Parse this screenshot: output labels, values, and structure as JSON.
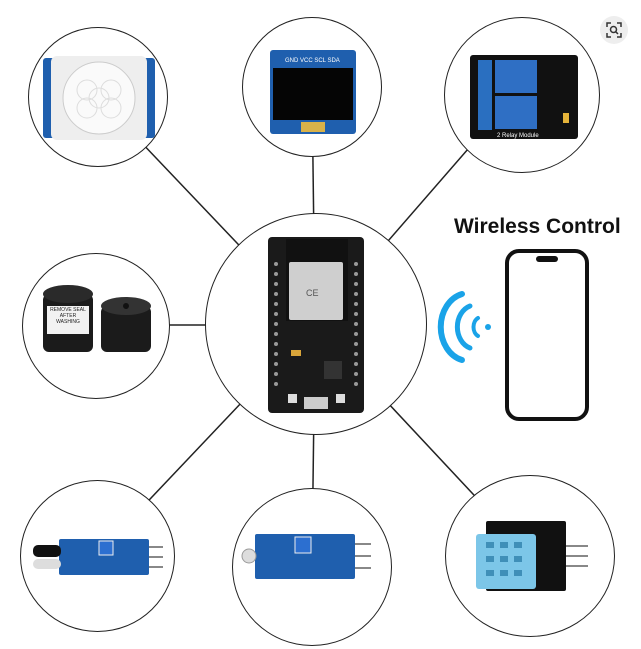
{
  "headline": "Wireless Control",
  "relay_label": "2 Relay Module",
  "oled_label": "GND VCC SCL SDA",
  "buzzer_label": "REMOVE SEAL AFTER WASHING",
  "icons": {
    "lens": "visual-search-icon",
    "wifi": "wifi-signal-icon",
    "phone": "smartphone-icon"
  },
  "colors": {
    "board": "#1a1a1a",
    "module_blue": "#1f5fae",
    "wifi": "#1aa3e8",
    "line": "#222222"
  }
}
